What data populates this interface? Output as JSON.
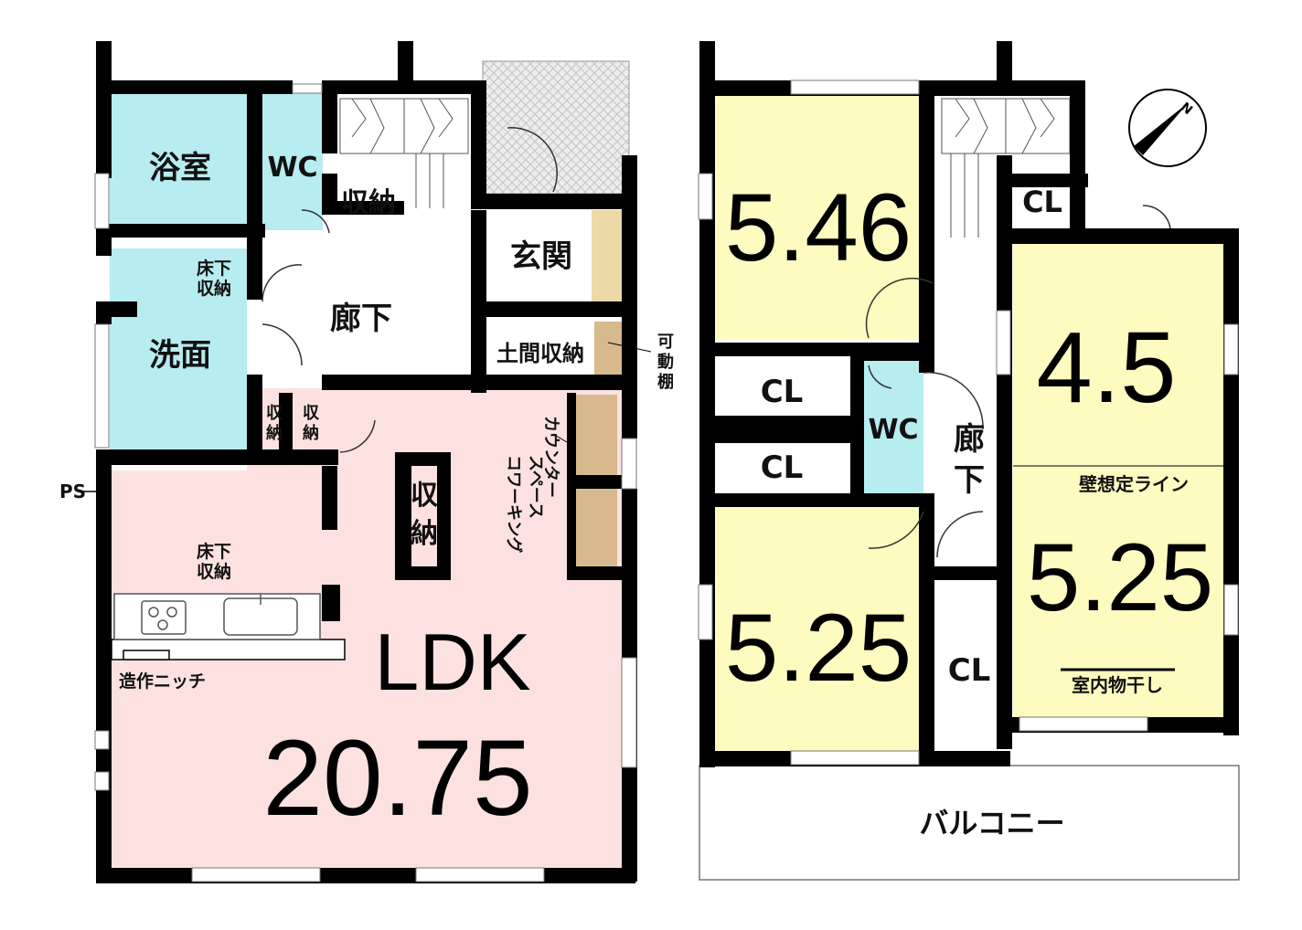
{
  "colors": {
    "wall": "#000000",
    "wet": "#b7ecf0",
    "living": "#fde1e1",
    "bedroom": "#fdfbbf",
    "storage": "#ffffff",
    "counter": "#d8b98d",
    "entrance_board": "#ecd9a8",
    "porch": "#e3e3e3"
  },
  "floor1": {
    "bath": "浴室",
    "wc": "WC",
    "storage_top": "収納",
    "genkan": "玄関",
    "underfloor_a": "床下\n収納",
    "washroom": "洗面",
    "hallway": "廊下",
    "doma_storage": "土間収納",
    "movable_shelf": "可動棚",
    "storage_small_1": "収納",
    "storage_small_2": "収納",
    "counter": "カウンター",
    "coworking": "コワーキング\nスペース",
    "storage_pillar": "収納",
    "ps": "PS",
    "underfloor_b": "床下\n収納",
    "niche": "造作ニッチ",
    "ldk_name": "LDK",
    "ldk_size": "20.75"
  },
  "floor2": {
    "room1_size": "5.46",
    "cl_1": "CL",
    "cl_2": "CL",
    "wc": "WC",
    "hallway": "廊下",
    "cl_3": "CL",
    "room2_size": "4.5",
    "wall_line": "壁想定ライン",
    "room3_size": "5.25",
    "room4_size": "5.25",
    "cl_4": "CL",
    "drying": "室内物干し",
    "balcony": "バルコニー"
  }
}
